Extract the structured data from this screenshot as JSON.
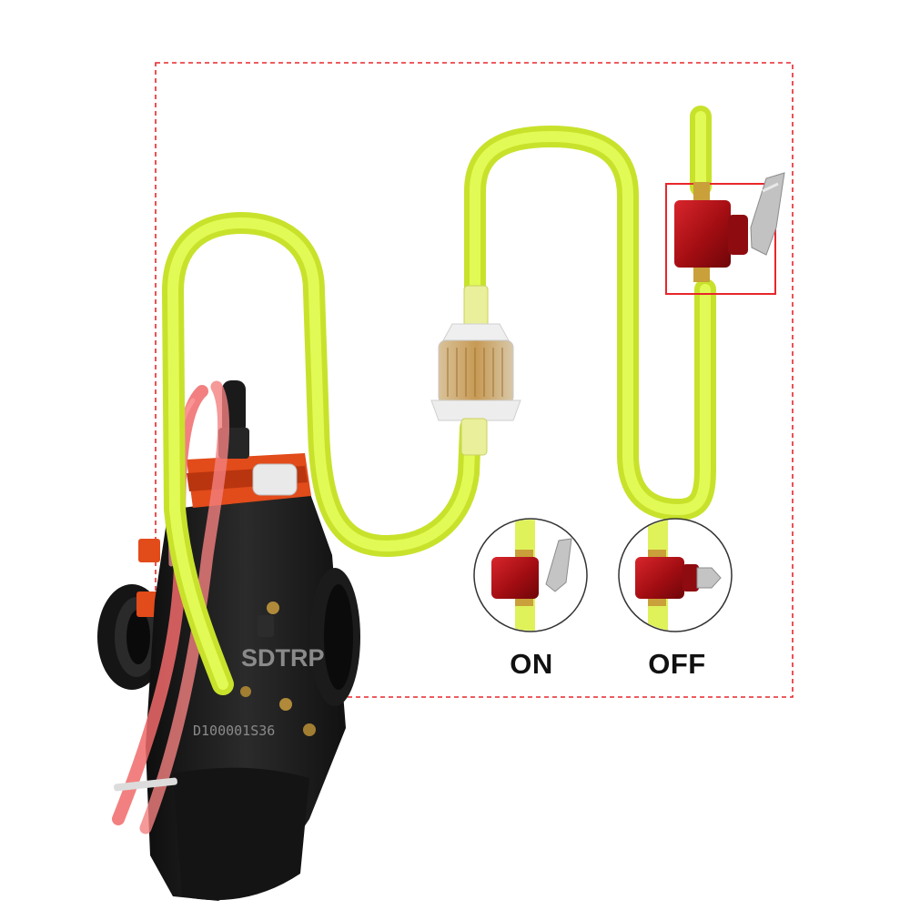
{
  "labels": {
    "on": "ON",
    "off": "OFF"
  },
  "carburetor": {
    "brand_mark": "SDTRP",
    "serial": "D100001S36"
  },
  "icons": {
    "valve_on": "fuel-valve-on-icon",
    "valve_off": "fuel-valve-off-icon"
  },
  "colors": {
    "fuel_line": "#d6f23a",
    "valve_body": "#b30f14",
    "callout": "#e8262b",
    "carburetor_body": "#1c1c1c",
    "accent_orange": "#e24b1a",
    "vent_tubes": "#f06a6a"
  }
}
